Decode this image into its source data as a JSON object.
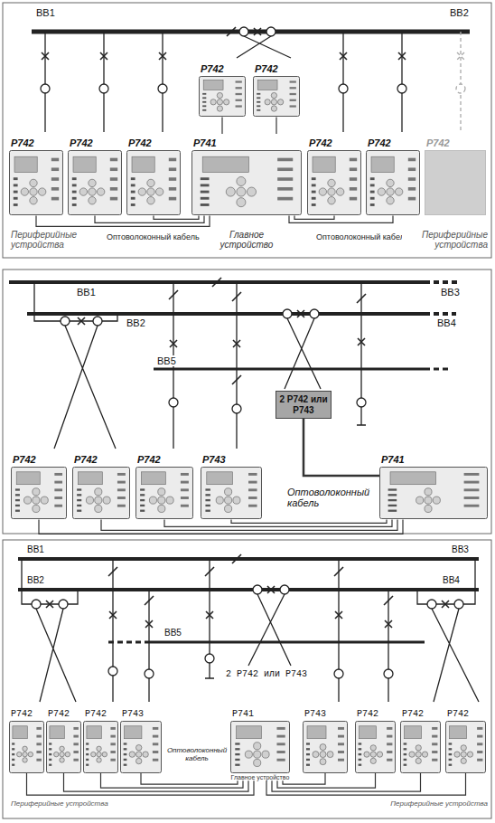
{
  "diagram": {
    "nodes": [
      {
        "text": [
          "P742"
        ]
      },
      {
        "text": [
          "P742"
        ]
      },
      {
        "text": [
          "P742"
        ]
      },
      {
        "text": [
          "P742"
        ]
      },
      {
        "text": [
          "P742"
        ]
      },
      {
        "text": [
          "P741"
        ]
      },
      {
        "text": [
          "P742"
        ]
      },
      {
        "text": [
          "P742"
        ]
      },
      {
        "text": [
          "P742"
        ]
      },
      {
        "text": [
          "2 P742 или P743"
        ]
      },
      {
        "text": [
          "P742"
        ]
      },
      {
        "text": [
          "P742"
        ]
      },
      {
        "text": [
          "P742"
        ]
      },
      {
        "text": [
          "P743"
        ]
      },
      {
        "text": [
          "P741"
        ]
      },
      {
        "text": [
          "P742"
        ]
      },
      {
        "text": [
          "P742"
        ]
      },
      {
        "text": [
          "P742"
        ]
      },
      {
        "text": [
          "P743"
        ]
      },
      {
        "text": [
          "P741",
          "Главное устройство"
        ]
      },
      {
        "text": [
          "P743"
        ]
      },
      {
        "text": [
          "P742"
        ]
      },
      {
        "text": [
          "P742"
        ]
      },
      {
        "text": [
          "P742"
        ]
      }
    ],
    "edges": [
      {
        "from": 0,
        "to": 5,
        "arrow": "none"
      },
      {
        "from": 1,
        "to": 5,
        "arrow": "none"
      },
      {
        "from": 2,
        "to": 5,
        "arrow": "none"
      },
      {
        "from": 3,
        "to": 5,
        "arrow": "none"
      },
      {
        "from": 4,
        "to": 5,
        "arrow": "none"
      },
      {
        "from": 6,
        "to": 5,
        "arrow": "none"
      },
      {
        "from": 7,
        "to": 5,
        "arrow": "none"
      },
      {
        "from": 9,
        "to": 14,
        "arrow": "none"
      },
      {
        "from": 10,
        "to": 14,
        "arrow": "none"
      },
      {
        "from": 11,
        "to": 14,
        "arrow": "none"
      },
      {
        "from": 12,
        "to": 14,
        "arrow": "none"
      },
      {
        "from": 13,
        "to": 14,
        "arrow": "none"
      },
      {
        "from": 15,
        "to": 19,
        "arrow": "none"
      },
      {
        "from": 16,
        "to": 19,
        "arrow": "none"
      },
      {
        "from": 17,
        "to": 19,
        "arrow": "none"
      },
      {
        "from": 18,
        "to": 19,
        "arrow": "none"
      },
      {
        "from": 20,
        "to": 19,
        "arrow": "none"
      },
      {
        "from": 21,
        "to": 19,
        "arrow": "none"
      },
      {
        "from": 22,
        "to": 19,
        "arrow": "none"
      },
      {
        "from": 23,
        "to": 19,
        "arrow": "none"
      }
    ],
    "labels": [
      "BB1",
      "BB2",
      "Периферийные устройства",
      "Оптоволоконный кабель",
      "Главное устройство",
      "Оптоволоконный кабель",
      "Периферийные устройства",
      "BB1",
      "BB3",
      "BB2",
      "BB4",
      "BB5",
      "Оптоволоконный кабель",
      "BB1",
      "BB3",
      "BB2",
      "BB4",
      "BB5",
      "2 P742 или P743",
      "Оптоволоконный кабель",
      "Периферийные устройства",
      "Периферийные устройства"
    ]
  }
}
